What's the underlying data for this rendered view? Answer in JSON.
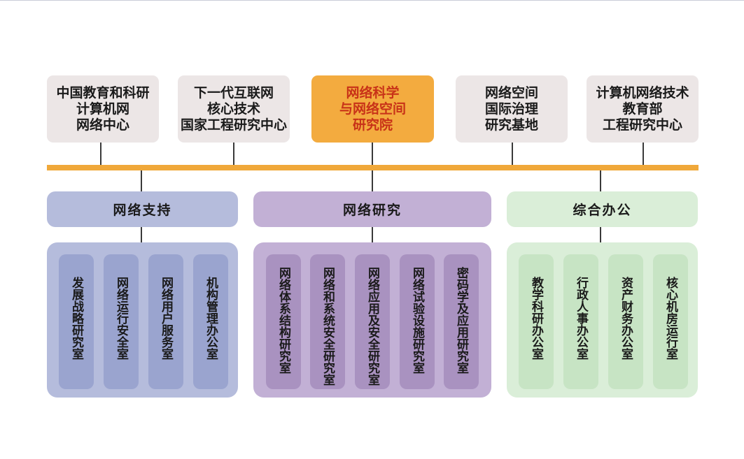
{
  "top_units": [
    {
      "label": "中国教育和科研\n计算机网\n网络中心"
    },
    {
      "label": "下一代互联网\n核心技术\n国家工程研究中心"
    },
    {
      "label": "网络科学\n与网络空间\n研究院"
    },
    {
      "label": "网络空间\n国际治理\n研究基地"
    },
    {
      "label": "计算机网络技术\n教育部\n工程研究中心"
    }
  ],
  "groups": [
    {
      "title": "网络支持",
      "offices": [
        "发展战略研究室",
        "网络运行安全室",
        "网络用户服务室",
        "机构管理办公室"
      ]
    },
    {
      "title": "网络研究",
      "offices": [
        "网络体系结构研究室",
        "网络和系统安全研究室",
        "网络应用及安全研究室",
        "网络试验设施研究室",
        "密码学及应用研究室"
      ]
    },
    {
      "title": "综合办公",
      "offices": [
        "教学科研办公室",
        "行政人事办公室",
        "资产财务办公室",
        "核心机房运行室"
      ]
    }
  ],
  "colors": {
    "bus": "#f0a83a",
    "highlight_box": "#f3ab3f",
    "highlight_text": "#c83218",
    "top_box": "#ece6e6",
    "group_support": "#b5bcdc",
    "group_research": "#c2b0d5",
    "group_office": "#daeed8"
  }
}
